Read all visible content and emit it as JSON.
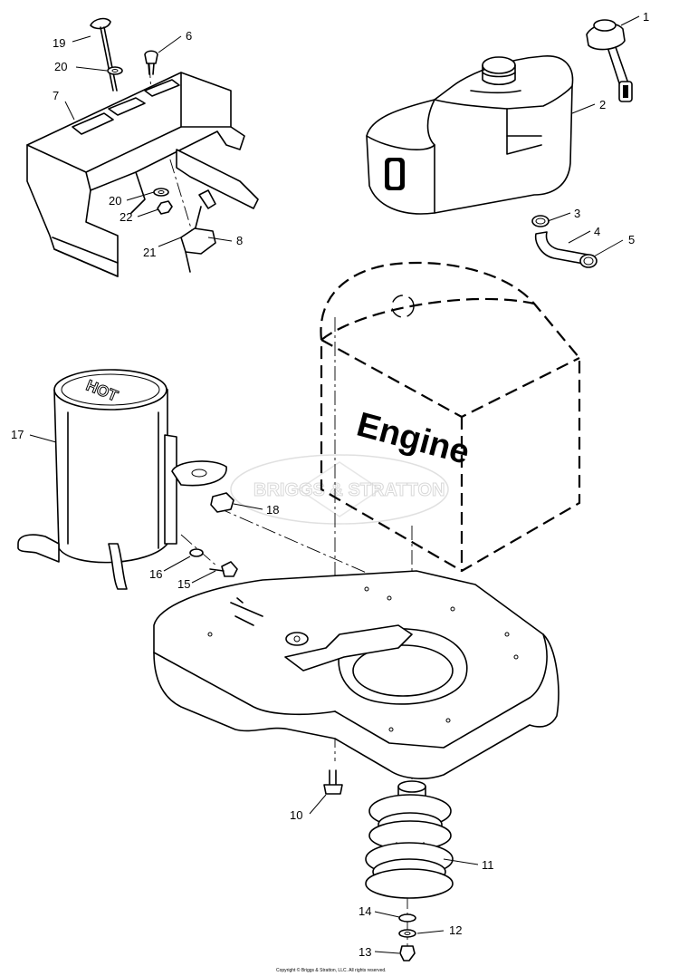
{
  "engine_label": "Engine",
  "muffler_label": "HOT",
  "watermark": "BRIGGS & STRATTON",
  "copyright": "Copyright © Briggs & Stratton, LLC. All rights reserved.",
  "callouts": [
    {
      "id": "1",
      "text": "1"
    },
    {
      "id": "2",
      "text": "2"
    },
    {
      "id": "3",
      "text": "3"
    },
    {
      "id": "4",
      "text": "4"
    },
    {
      "id": "5",
      "text": "5"
    },
    {
      "id": "6",
      "text": "6"
    },
    {
      "id": "7",
      "text": "7"
    },
    {
      "id": "8",
      "text": "8"
    },
    {
      "id": "10",
      "text": "10"
    },
    {
      "id": "11",
      "text": "11"
    },
    {
      "id": "12",
      "text": "12"
    },
    {
      "id": "13",
      "text": "13"
    },
    {
      "id": "14",
      "text": "14"
    },
    {
      "id": "15",
      "text": "15"
    },
    {
      "id": "16",
      "text": "16"
    },
    {
      "id": "17",
      "text": "17"
    },
    {
      "id": "18",
      "text": "18"
    },
    {
      "id": "19",
      "text": "19"
    },
    {
      "id": "20a",
      "text": "20"
    },
    {
      "id": "20b",
      "text": "20"
    },
    {
      "id": "21",
      "text": "21"
    },
    {
      "id": "22",
      "text": "22"
    }
  ]
}
